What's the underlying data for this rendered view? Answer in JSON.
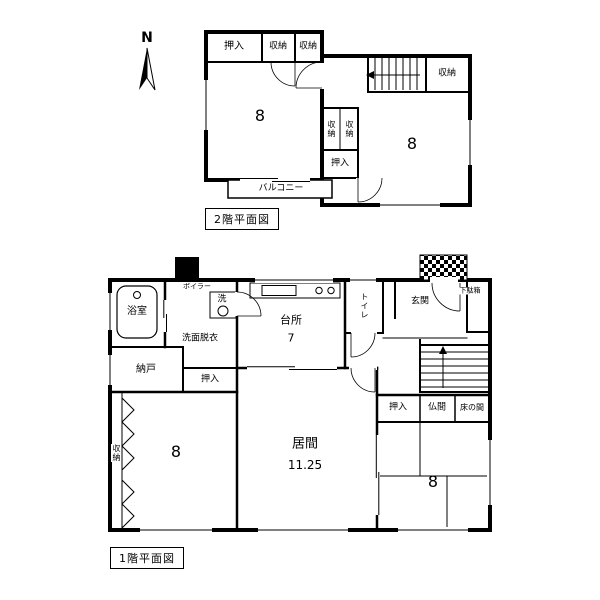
{
  "colors": {
    "wall": "#000000",
    "background": "#ffffff"
  },
  "compass": {
    "north": "N"
  },
  "floor2": {
    "caption": "2階平面図",
    "rooms": {
      "oshiire_top": "押入",
      "shuno_top_a": "収納",
      "shuno_top_b": "収納",
      "room8_west": "8",
      "shuno_east": "収納",
      "room8_east": "8",
      "shuno_mid_a": "収納",
      "shuno_mid_b": "収納",
      "oshiire_mid": "押入",
      "balcony": "バルコニー"
    }
  },
  "floor1": {
    "caption": "1階平面図",
    "rooms": {
      "bath": "浴室",
      "boiler": "ボイラー",
      "laundry": "洗",
      "washroom": "洗面脱衣",
      "nando": "納戸",
      "oshiire_west": "押入",
      "kitchen": "台所",
      "kitchen_size": "7",
      "toilet": "トイレ",
      "genkan": "玄関",
      "getabako": "下駄箱",
      "living": "居間",
      "living_size": "11.25",
      "closet_west": "収納",
      "room8_west": "8",
      "oshiire_east": "押入",
      "butsuma": "仏間",
      "tokonoma": "床の間",
      "room8_east": "8"
    }
  }
}
